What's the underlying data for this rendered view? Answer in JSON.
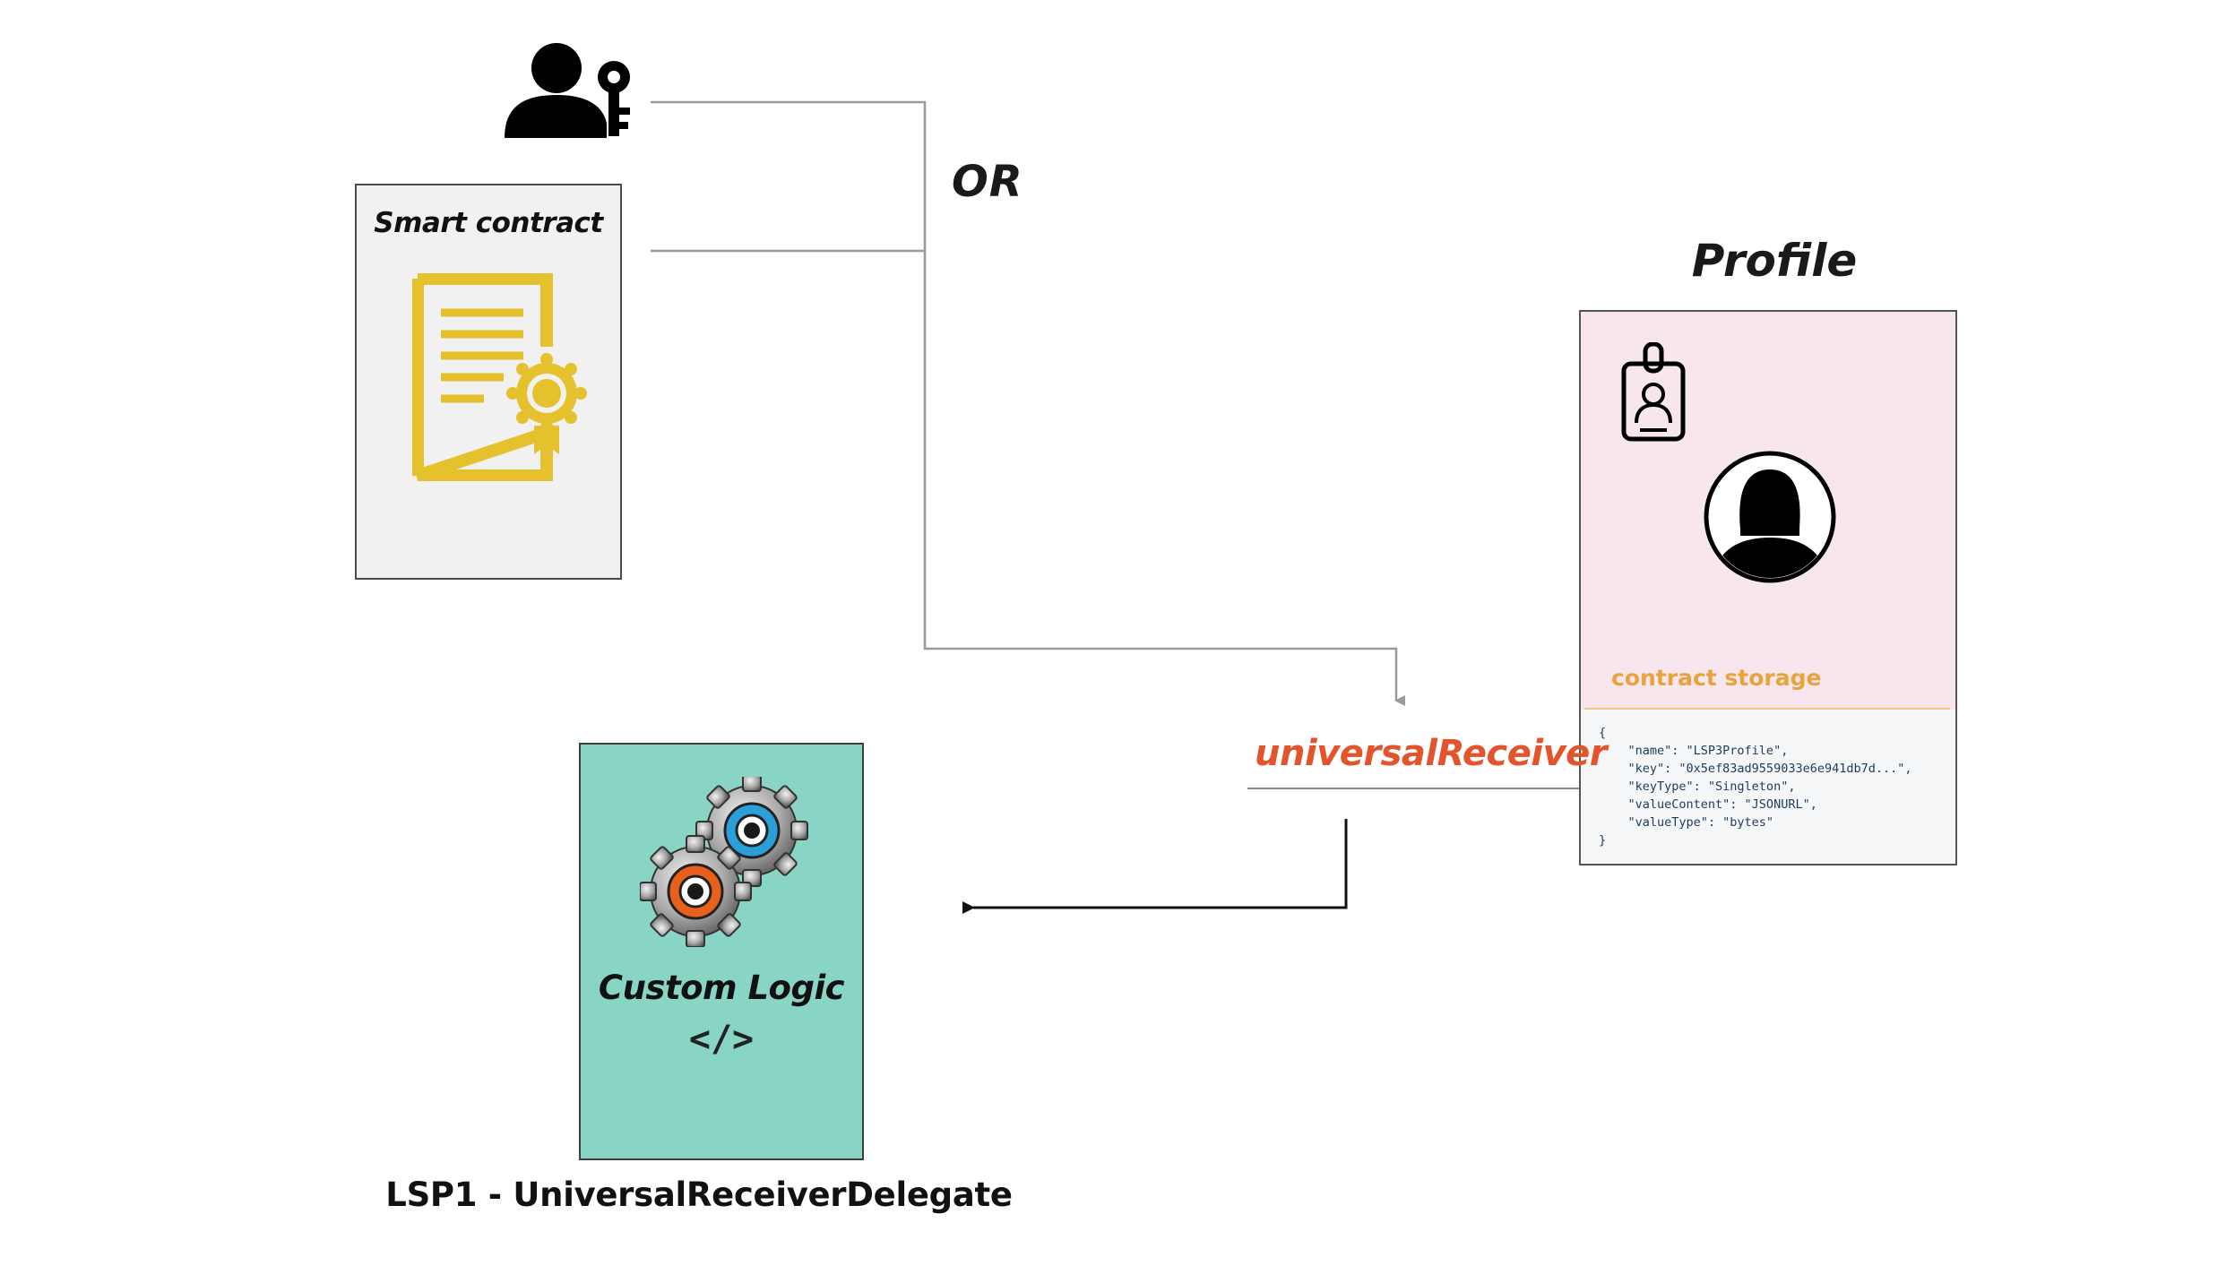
{
  "caller": {
    "user_icon": "user-key-icon",
    "smart_contract_title": "Smart contract",
    "smart_contract_icon": "certificate-icon"
  },
  "connector_label": "OR",
  "profile": {
    "title": "Profile",
    "badge_icon": "id-badge-icon",
    "avatar_icon": "female-avatar-icon",
    "storage_label": "contract storage",
    "storage_code": "{\n    \"name\": \"LSP3Profile\",\n    \"key\": \"0x5ef83ad9559033e6e941db7d...\",\n    \"keyType\": \"Singleton\",\n    \"valueContent\": \"JSONURL\",\n    \"valueType\": \"bytes\"\n}"
  },
  "function_label": "universalReceiver",
  "delegate": {
    "title": "Custom Logic",
    "code_glyph": "</>",
    "gears_icon": "gears-icon",
    "caption": "LSP1 - UniversalReceiverDelegate"
  },
  "colors": {
    "contract_card_bg": "#f1f1f1",
    "certificate_gold": "#e5c12e",
    "profile_bg": "#f8e6ee",
    "storage_orange": "#e8a33d",
    "function_red": "#e2542b",
    "delegate_bg": "#89d5c5",
    "connector_gray": "#9a9a9a"
  }
}
